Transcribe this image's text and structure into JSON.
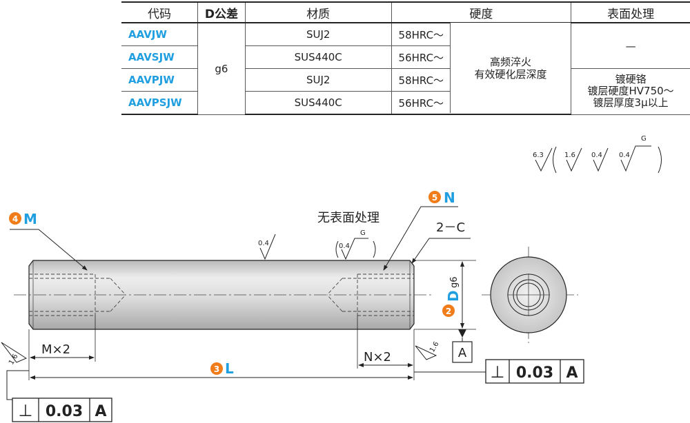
{
  "table": {
    "headers": [
      "代码",
      "D公差",
      "材质",
      "硬度",
      "表面处理"
    ],
    "rows": [
      {
        "code": "AAVJW",
        "material": "SUJ2",
        "hardness": "58HRC～"
      },
      {
        "code": "AAVSJW",
        "material": "SUS440C",
        "hardness": "56HRC～"
      },
      {
        "code": "AAVPJW",
        "material": "SUJ2",
        "hardness": "58HRC～"
      },
      {
        "code": "AAVPSJW",
        "material": "SUS440C",
        "hardness": "56HRC～"
      }
    ],
    "tolerance": "g6",
    "heat_treatment": [
      "高频淬火",
      "有效硬化层深度"
    ],
    "surface_none": "—",
    "surface_plating": [
      "镀硬铬",
      "镀层硬度HV750～",
      "镀层厚度3μ以上"
    ]
  },
  "drawing": {
    "roughness_legend": [
      "6.3",
      "1.6",
      "0.4",
      "0.4",
      "G"
    ],
    "label_M_num": "4",
    "label_M": "M",
    "label_N_num": "5",
    "label_N": "N",
    "label_L_num": "3",
    "label_L": "L",
    "label_D_num": "2",
    "label_D": "D",
    "label_D_tol": "g6",
    "no_surface_treatment": "无表面处理",
    "chamfer": "2－C",
    "dim_M": "M×2",
    "dim_N": "N×2",
    "roughness_top": "0.4",
    "roughness_paren": "0.4",
    "roughness_paren_g": "G",
    "roughness_left": "1.6",
    "roughness_right": "1.6",
    "datum": "A",
    "fcf_symbol": "⊥",
    "fcf_value": "0.03",
    "fcf_datum": "A",
    "accent_orange": "#f07c1a",
    "accent_blue": "#1f9ee0"
  }
}
